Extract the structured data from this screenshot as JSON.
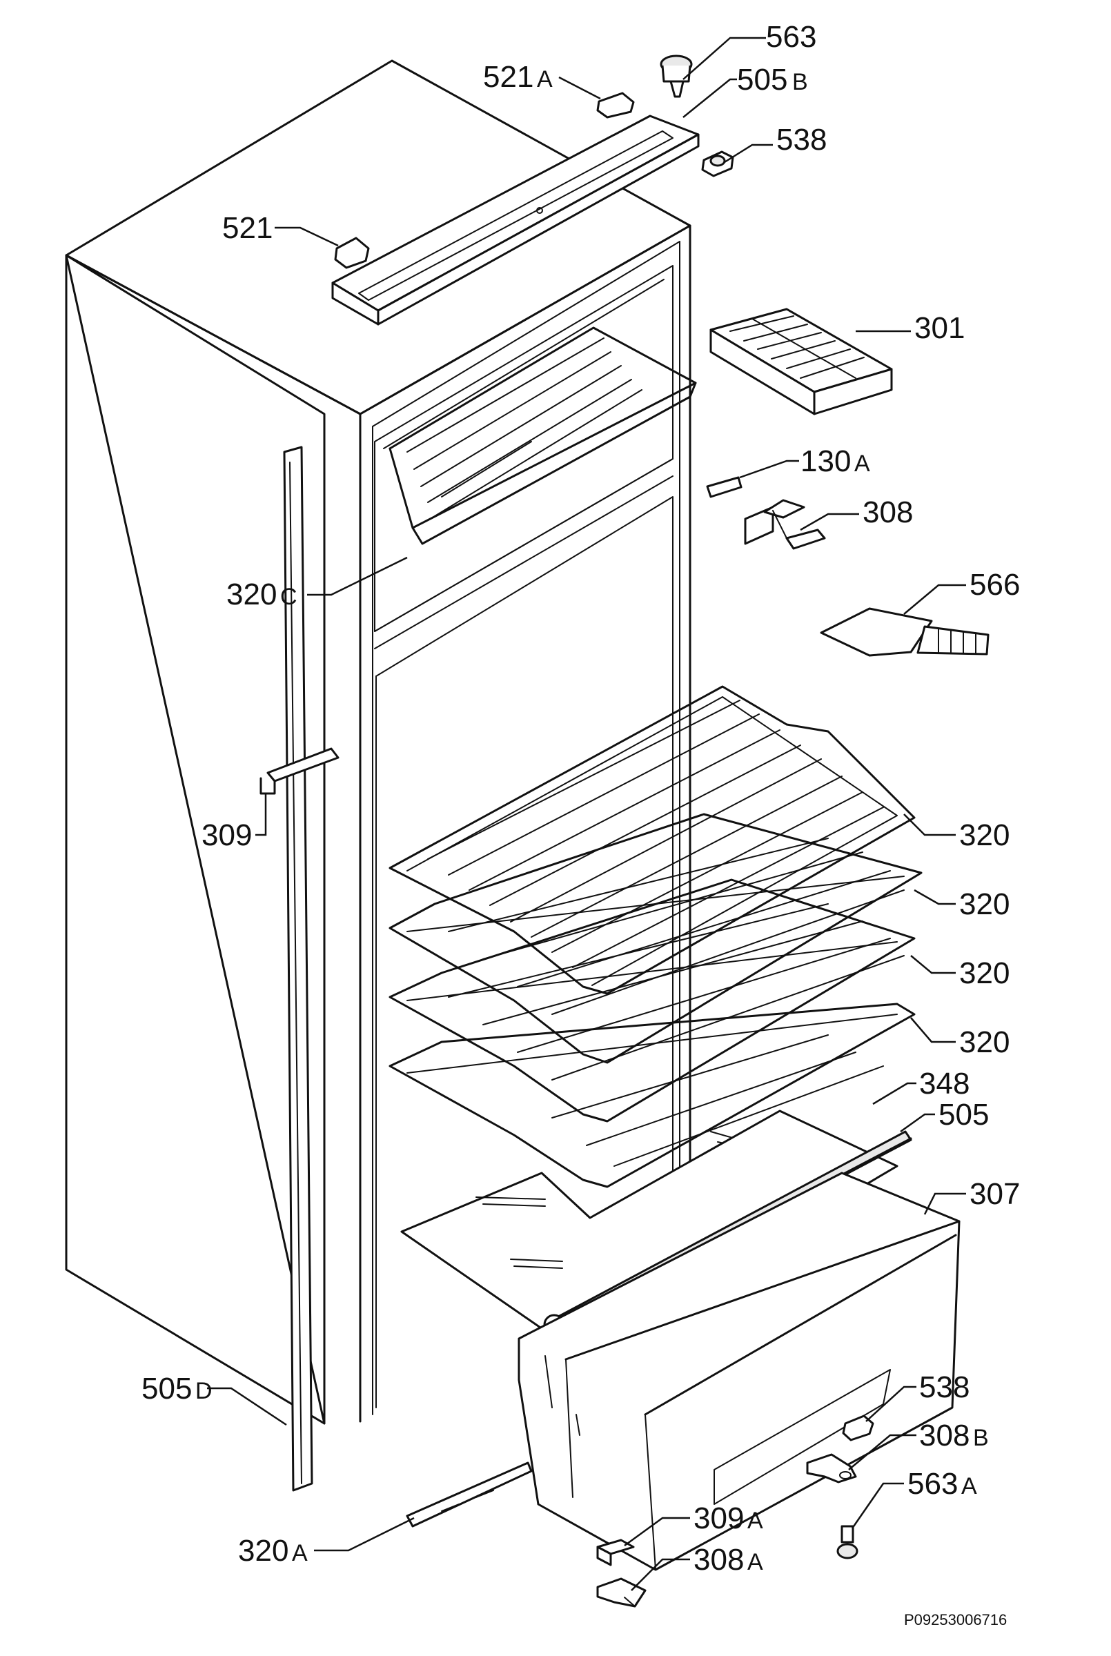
{
  "labels": {
    "l563": "563",
    "l521a": "521",
    "l521a_suf": "A",
    "l505b": "505",
    "l505b_suf": "B",
    "l538_top": "538",
    "l521": "521",
    "l301": "301",
    "l130a": "130",
    "l130a_suf": "A",
    "l308": "308",
    "l320c": "320",
    "l320c_suf": "C",
    "l566": "566",
    "l309": "309",
    "l320_1": "320",
    "l320_2": "320",
    "l320_3": "320",
    "l320_4": "320",
    "l348": "348",
    "l505": "505",
    "l307": "307",
    "l505d": "505",
    "l505d_suf": "D",
    "l538_bot": "538",
    "l308b": "308",
    "l308b_suf": "B",
    "l563a": "563",
    "l563a_suf": "A",
    "l309a": "309",
    "l309a_suf": "A",
    "l320a": "320",
    "l320a_suf": "A",
    "l308a": "308",
    "l308a_suf": "A"
  },
  "reference_code": "P09253006716"
}
